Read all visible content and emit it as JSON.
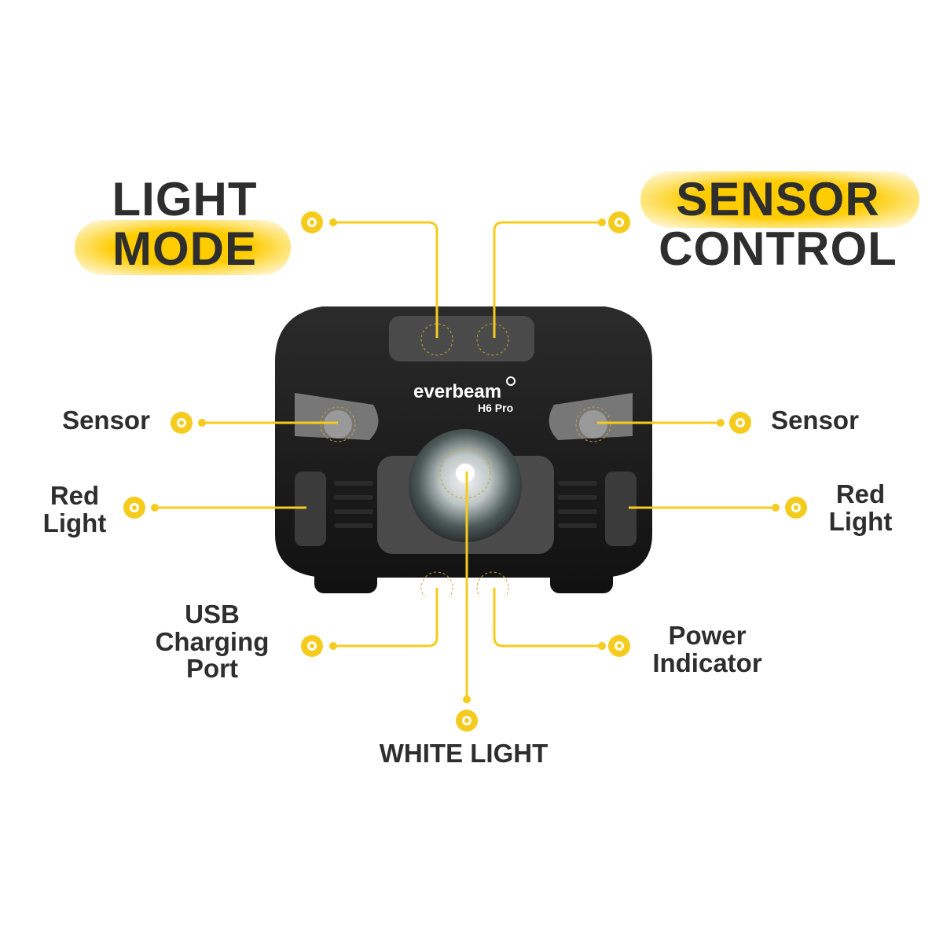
{
  "headings": {
    "light_mode": {
      "line1": "LIGHT",
      "line2": "MODE"
    },
    "sensor_control": {
      "line1": "SENSOR",
      "line2": "CONTROL"
    }
  },
  "callouts": {
    "sensor_left": "Sensor",
    "sensor_right": "Sensor",
    "red_light_left": {
      "line1": "Red",
      "line2": "Light"
    },
    "red_light_right": {
      "line1": "Red",
      "line2": "Light"
    },
    "usb": {
      "line1": "USB",
      "line2": "Charging",
      "line3": "Port"
    },
    "power": {
      "line1": "Power",
      "line2": "Indicator"
    },
    "white_light": "WHITE LIGHT"
  },
  "product": {
    "brand": "everbeam",
    "model": "H6 Pro"
  },
  "colors": {
    "accent": "#f5cc1e",
    "text": "#2e2e2e",
    "device": "#1a1a1a"
  }
}
